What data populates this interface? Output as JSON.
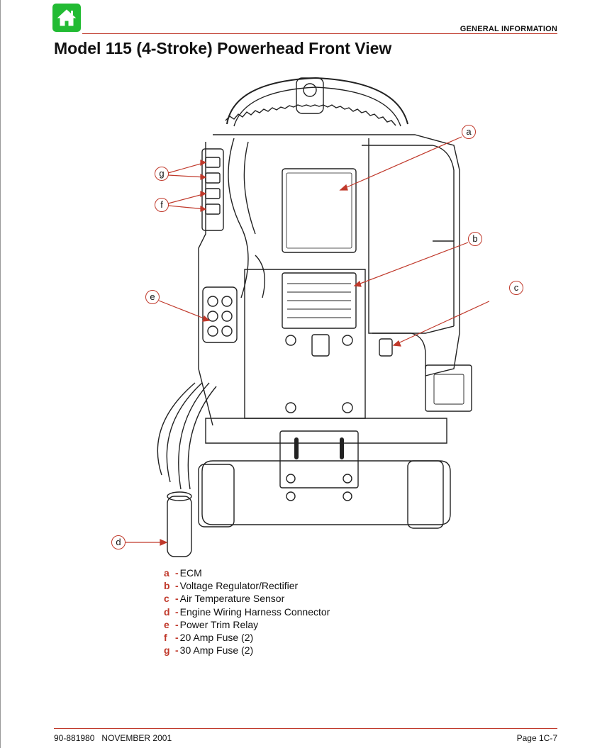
{
  "header": {
    "home_icon": "home-icon",
    "section": "GENERAL INFORMATION",
    "title": "Model 115 (4-Stroke) Powerhead Front View",
    "accent_color": "#c0392b",
    "home_color": "#22bb33"
  },
  "callouts": [
    "a",
    "b",
    "c",
    "d",
    "e",
    "f",
    "g"
  ],
  "legend": [
    {
      "key": "a",
      "label": "ECM"
    },
    {
      "key": "b",
      "label": "Voltage Regulator/Rectifier"
    },
    {
      "key": "c",
      "label": "Air Temperature Sensor"
    },
    {
      "key": "d",
      "label": "Engine Wiring Harness Connector"
    },
    {
      "key": "e",
      "label": "Power Trim Relay"
    },
    {
      "key": "f",
      "label": "20 Amp Fuse (2)"
    },
    {
      "key": "g",
      "label": "30 Amp Fuse (2)"
    }
  ],
  "footer": {
    "doc": "90-881980",
    "date": "NOVEMBER 2001",
    "page": "Page 1C-7"
  }
}
